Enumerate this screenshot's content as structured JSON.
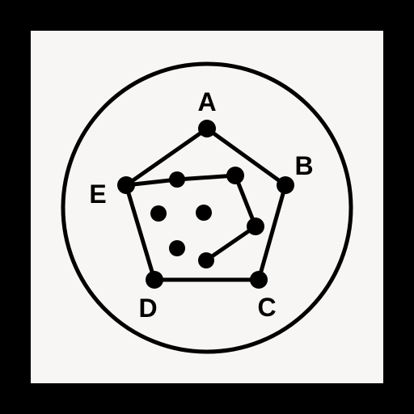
{
  "diagram": {
    "vertex_labels": {
      "a": "A",
      "b": "B",
      "c": "C",
      "d": "D",
      "e": "E"
    },
    "colors": {
      "outer_frame": "#000000",
      "background": "#f7f6f4",
      "stroke": "#000000"
    }
  }
}
